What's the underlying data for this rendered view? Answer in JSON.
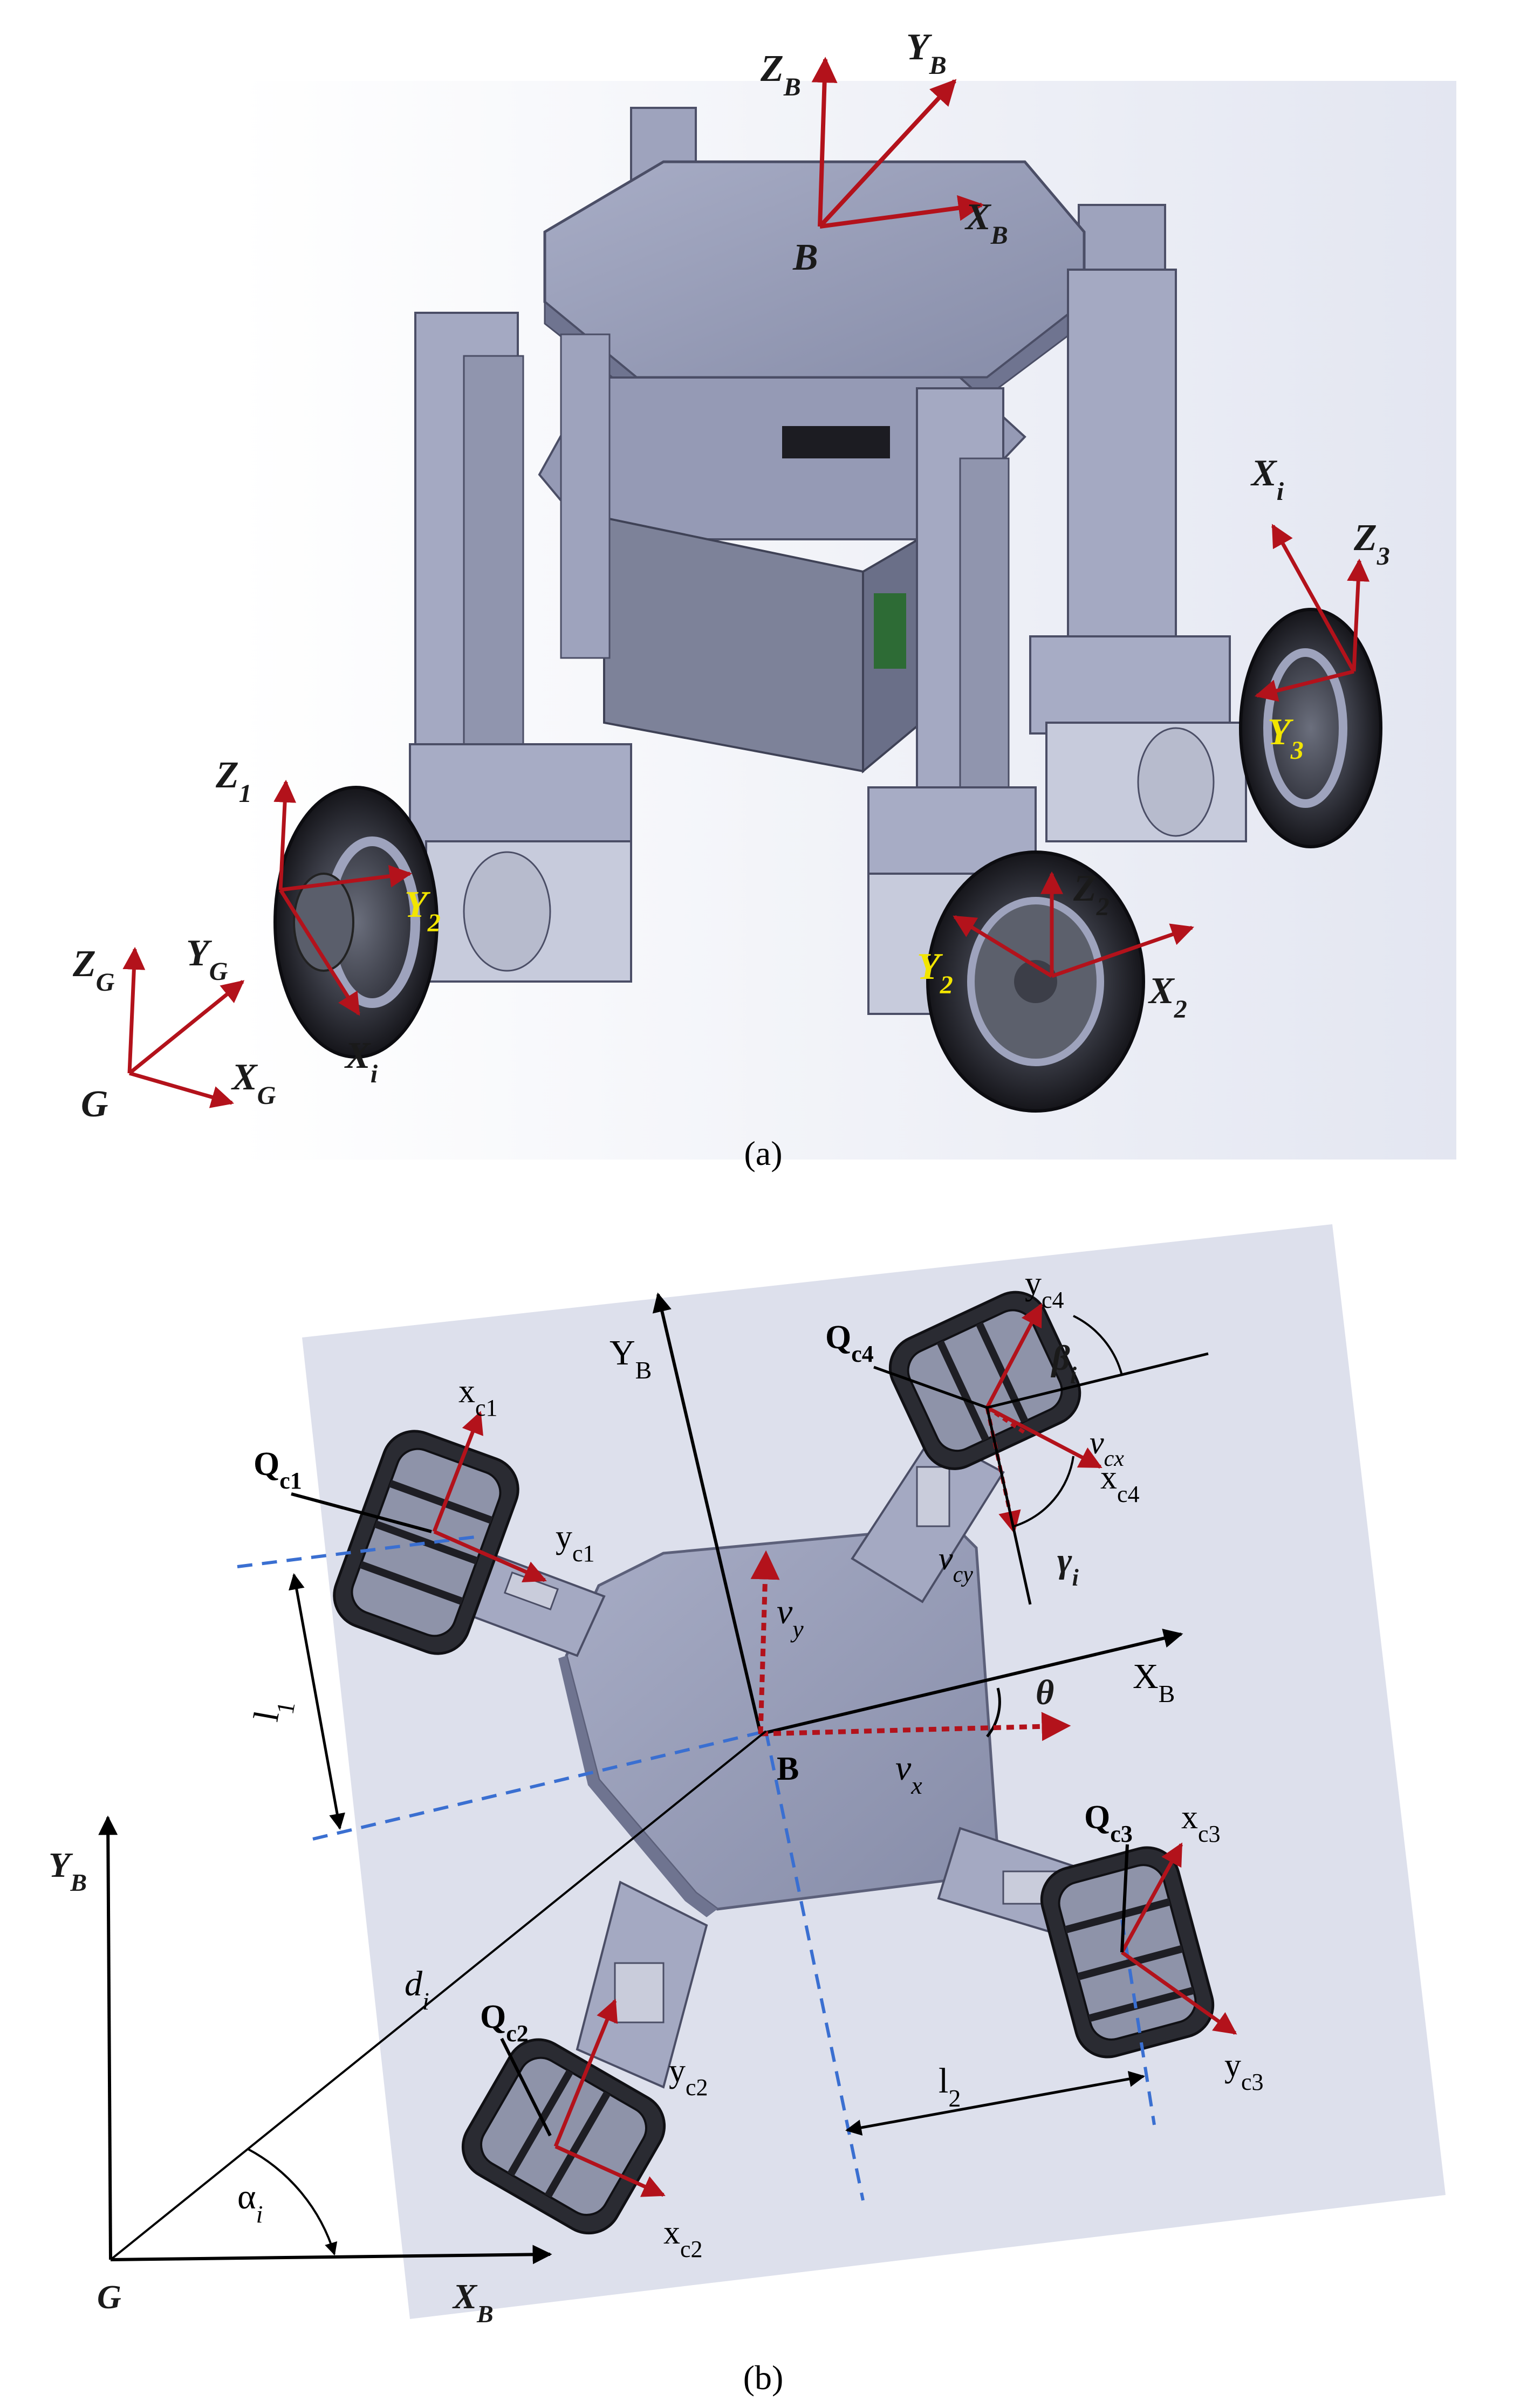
{
  "panel_a": {
    "caption": "(a)",
    "frames": {
      "base": {
        "z": "Z",
        "z_sub": "B",
        "y": "Y",
        "y_sub": "B",
        "x": "X",
        "x_sub": "B",
        "origin": "B"
      },
      "ground": {
        "z": "Z",
        "z_sub": "G",
        "y": "Y",
        "y_sub": "G",
        "x": "X",
        "x_sub": "G",
        "origin": "G"
      },
      "wheel1": {
        "z": "Z",
        "z_sub": "1",
        "y": "Y",
        "y_sub": "2",
        "x": "X",
        "x_sub": "i"
      },
      "wheel2": {
        "z": "Z",
        "z_sub": "2",
        "y": "Y",
        "y_sub": "2",
        "x": "X",
        "x_sub": "2"
      },
      "wheel3": {
        "z": "Z",
        "z_sub": "3",
        "y": "Y",
        "y_sub": "3",
        "x": "X",
        "x_sub": "i"
      }
    }
  },
  "panel_b": {
    "caption": "(b)",
    "base_frame": {
      "x": "X",
      "x_sub": "B",
      "y": "Y",
      "y_sub": "B",
      "origin": "B",
      "theta": "θ"
    },
    "global_frame": {
      "x": "X",
      "x_sub": "B",
      "y": "Y",
      "y_sub": "B",
      "origin": "G"
    },
    "velocities": {
      "vx": "v",
      "vx_sub": "x",
      "vy": "v",
      "vy_sub": "y",
      "vcx": "v",
      "vcx_sub": "cx",
      "vcy": "v",
      "vcy_sub": "cy"
    },
    "dims": {
      "l1": "l",
      "l1_sub": "1",
      "l2": "l",
      "l2_sub": "2",
      "d": "d",
      "d_sub": "i",
      "alpha": "α",
      "alpha_sub": "i",
      "beta": "β",
      "beta_sub": "i",
      "gamma": "γ",
      "gamma_sub": "i"
    },
    "wheels": {
      "c1": {
        "q": "Q",
        "q_sub": "c1",
        "x": "x",
        "x_sub": "c1",
        "y": "y",
        "y_sub": "c1"
      },
      "c2": {
        "q": "Q",
        "q_sub": "c2",
        "x": "x",
        "x_sub": "c2",
        "y": "y",
        "y_sub": "c2"
      },
      "c3": {
        "q": "Q",
        "q_sub": "c3",
        "x": "x",
        "x_sub": "c3",
        "y": "y",
        "y_sub": "c3"
      },
      "c4": {
        "q": "Q",
        "q_sub": "c4",
        "x": "x",
        "x_sub": "c4",
        "y": "y",
        "y_sub": "c4"
      }
    }
  },
  "colors": {
    "axis_red": "#b3121b",
    "axis_black": "#000000",
    "dash_blue": "#3a6fd1",
    "body_gray": "#8f95b0",
    "wheel_dark": "#1e1e24",
    "label_yellow": "#f2e500"
  }
}
